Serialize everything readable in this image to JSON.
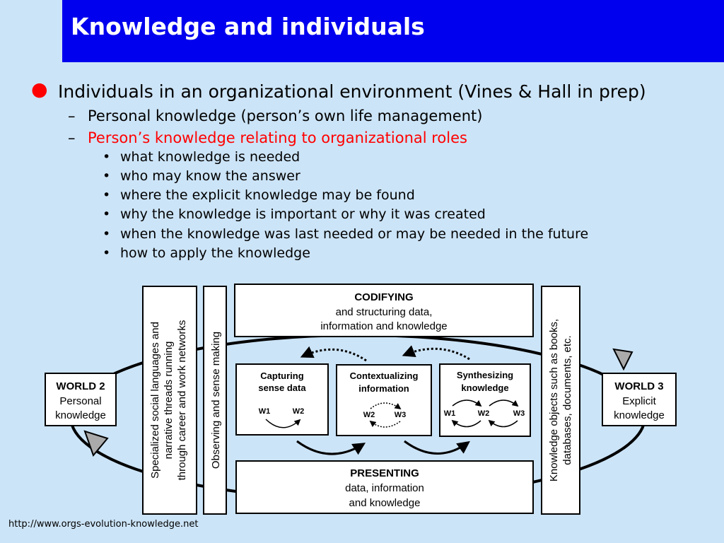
{
  "title": "Knowledge and individuals",
  "bullets": {
    "main": "Individuals in an organizational environment (Vines & Hall in prep)",
    "sub": [
      "Personal knowledge (person’s own life management)",
      "Person’s knowledge relating to organizational roles"
    ],
    "sub_sub": [
      "what knowledge is needed",
      "who may know the answer",
      "where the explicit knowledge may be found",
      "why the knowledge is important or why it was created",
      "when the knowledge was last needed or may be needed in the future",
      "how to apply the knowledge"
    ]
  },
  "colors": {
    "title_bar": "#0000ee",
    "background": "#cce4f7",
    "highlight": "#ff0000"
  },
  "diagram": {
    "world2": {
      "line1": "WORLD 2",
      "line2": "Personal",
      "line3": "knowledge"
    },
    "world3": {
      "line1": "WORLD 3",
      "line2": "Explicit",
      "line3": "knowledge"
    },
    "social": [
      "Specialized social languages and",
      "narrative threads running",
      "through career and work networks"
    ],
    "observing": "Observing and sense making",
    "objects": [
      "Knowledge objects such as books,",
      "databases, documents, etc."
    ],
    "codifying": {
      "heading": "CODIFYING",
      "line1": "and structuring data,",
      "line2": "information and knowledge"
    },
    "presenting": {
      "heading": "PRESENTING",
      "line1": "data, information",
      "line2": "and knowledge"
    },
    "capturing": {
      "line1": "Capturing",
      "line2": "sense data",
      "w1": "W1",
      "w2": "W2"
    },
    "contextualizing": {
      "line1": "Contextualizing",
      "line2": "information",
      "w2": "W2",
      "w3": "W3"
    },
    "synthesizing": {
      "line1": "Synthesizing",
      "line2": "knowledge",
      "w1": "W1",
      "w2": "W2",
      "w3": "W3"
    }
  },
  "footer": "http://www.orgs-evolution-knowledge.net"
}
